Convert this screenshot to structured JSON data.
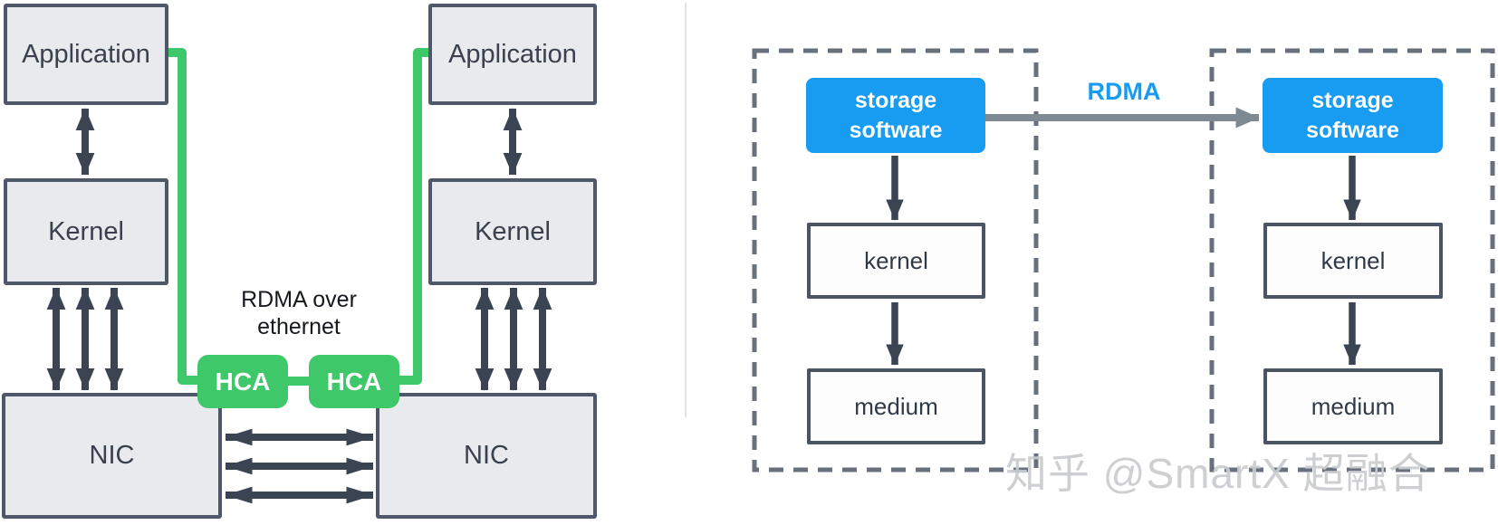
{
  "colors": {
    "accent_green": "#3ec869",
    "accent_blue": "#189cf2",
    "box_fill_gray": "#e9eaee",
    "box_border_slate": "#4e5868",
    "arrow_dark": "#3a4452",
    "arrow_gray": "#7f8992",
    "dashed_border": "#68707d",
    "watermark_gray": "#c9cbce"
  },
  "left_diagram": {
    "hosts": [
      {
        "application": "Application",
        "kernel": "Kernel",
        "nic": "NIC",
        "hca": "HCA"
      },
      {
        "application": "Application",
        "kernel": "Kernel",
        "nic": "NIC",
        "hca": "HCA"
      }
    ],
    "link_label_line1": "RDMA over",
    "link_label_line2": "ethernet"
  },
  "right_diagram": {
    "rdma_label": "RDMA",
    "nodes": [
      {
        "storage_software": "storage software",
        "kernel": "kernel",
        "medium": "medium"
      },
      {
        "storage_software": "storage software",
        "kernel": "kernel",
        "medium": "medium"
      }
    ]
  },
  "watermark": "知乎 @SmartX 超融合"
}
